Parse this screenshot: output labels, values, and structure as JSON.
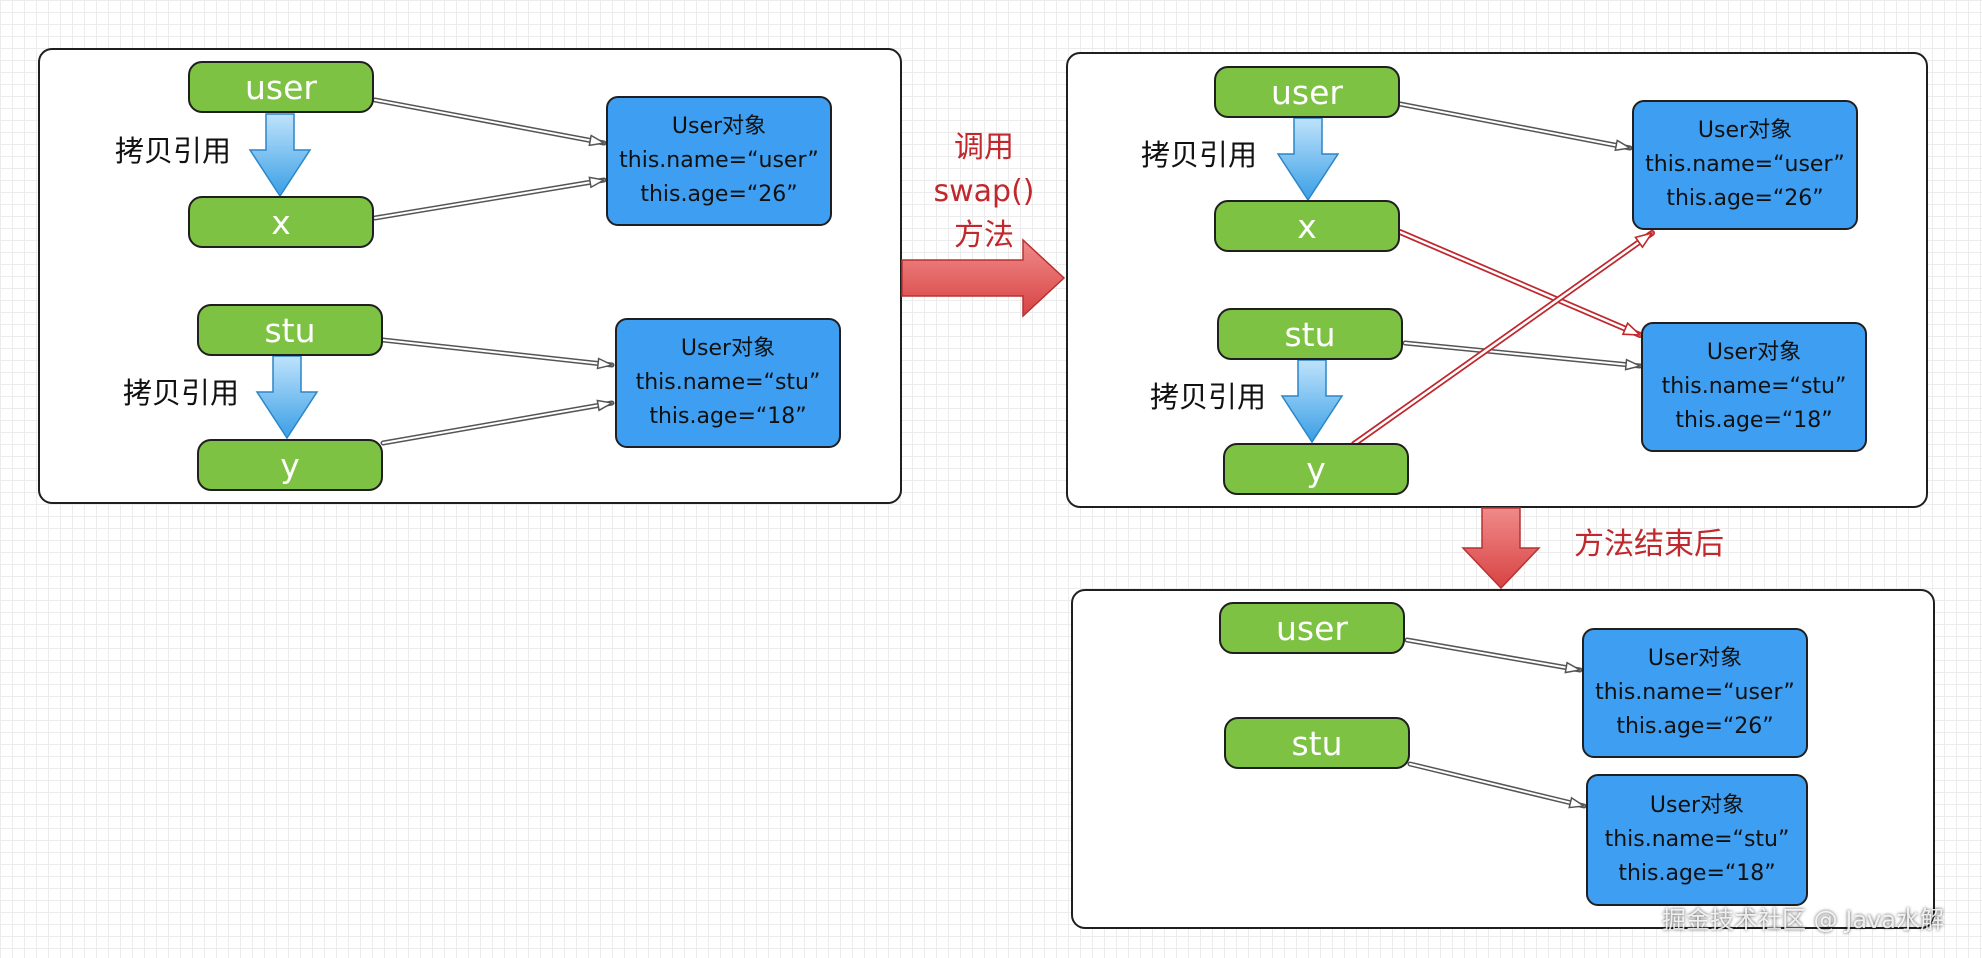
{
  "panels": {
    "left": {
      "var_user": "user",
      "var_x": "x",
      "var_stu": "stu",
      "var_y": "y",
      "copy_label_top": "拷贝引用",
      "copy_label_bottom": "拷贝引用",
      "obj_user": {
        "title": "User对象",
        "name": "this.name=“user”",
        "age": "this.age=“26”"
      },
      "obj_stu": {
        "title": "User对象",
        "name": "this.name=“stu”",
        "age": "this.age=“18”"
      }
    },
    "middle": {
      "var_user": "user",
      "var_x": "x",
      "var_stu": "stu",
      "var_y": "y",
      "copy_label_top": "拷贝引用",
      "copy_label_bottom": "拷贝引用",
      "obj_user": {
        "title": "User对象",
        "name": "this.name=“user”",
        "age": "this.age=“26”"
      },
      "obj_stu": {
        "title": "User对象",
        "name": "this.name=“stu”",
        "age": "this.age=“18”"
      }
    },
    "bottom": {
      "var_user": "user",
      "var_stu": "stu",
      "obj_user": {
        "title": "User对象",
        "name": "this.name=“user”",
        "age": "this.age=“26”"
      },
      "obj_stu": {
        "title": "User对象",
        "name": "this.name=“stu”",
        "age": "this.age=“18”"
      }
    }
  },
  "transitions": {
    "call_line1": "调用",
    "call_line2": "swap()",
    "call_line3": "方法",
    "after": "方法结束后"
  },
  "watermark": "掘金技术社区 @ Java水解",
  "colors": {
    "variable": "#7dc242",
    "object": "#3d9ef2",
    "transition": "#e05a5a",
    "transition_text": "#c0282d",
    "copy_arrow": "#4aa8e8"
  },
  "icons": [
    "down-arrow-icon",
    "right-arrow-icon"
  ]
}
